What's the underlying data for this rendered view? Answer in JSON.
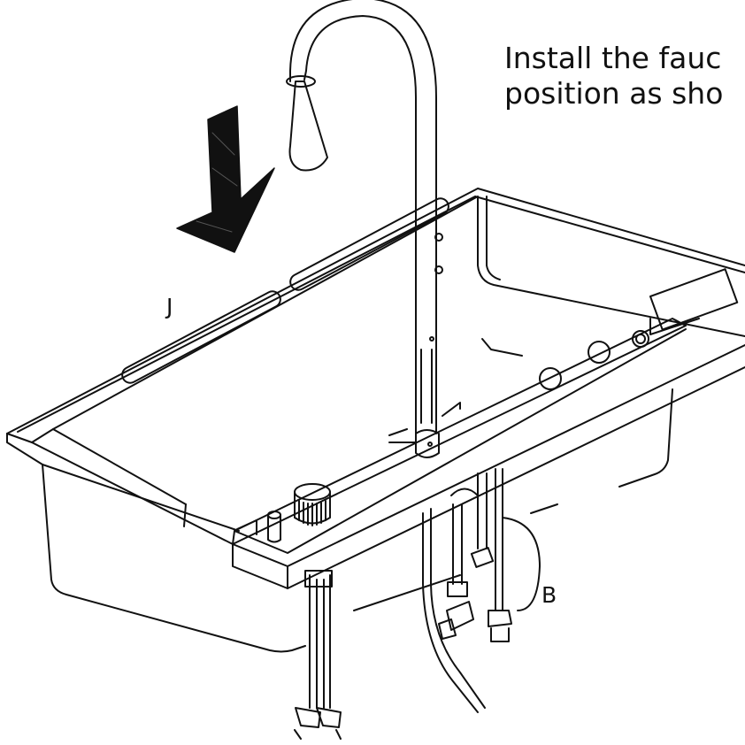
{
  "instruction": {
    "line1": "Install the fauc",
    "line2": "position as sho"
  },
  "labels": {
    "j": "J",
    "b": "B"
  },
  "colors": {
    "line": "#111111",
    "arrow_fill": "#111111",
    "background": "#ffffff"
  }
}
